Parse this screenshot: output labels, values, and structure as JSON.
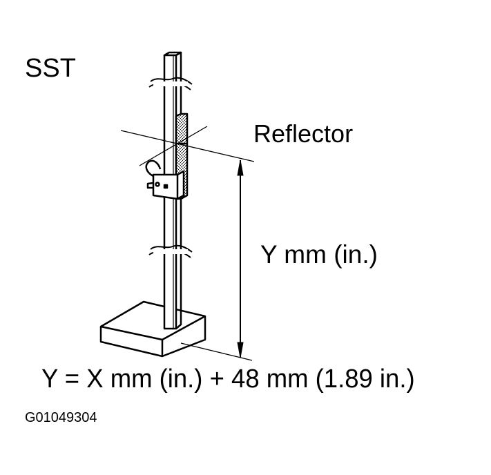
{
  "diagram": {
    "title": "SST",
    "labels": {
      "reflector": "Reflector",
      "dimension": "Y mm (in.)"
    },
    "formula": "Y = X mm (in.) + 48 mm (1.89 in.)",
    "figure_id": "G01049304",
    "parts": [
      "height-gauge-column",
      "reflector-slider",
      "clamp-knob",
      "base-block",
      "dimension-arrow",
      "break-marks"
    ],
    "colors": {
      "line": "#000000",
      "background": "#ffffff",
      "shading": "#555555"
    }
  }
}
